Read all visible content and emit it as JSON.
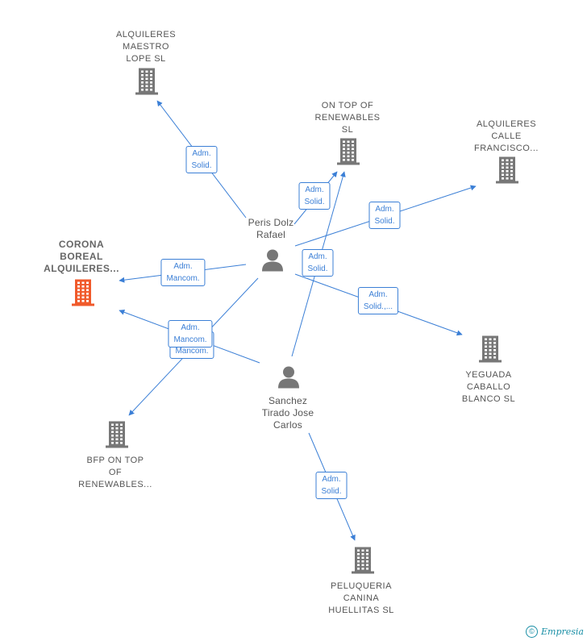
{
  "companies": [
    {
      "id": "alq_maestro",
      "lines": [
        "ALQUILERES",
        "MAESTRO",
        "LOPE  SL"
      ],
      "focus": false
    },
    {
      "id": "on_top",
      "lines": [
        "ON TOP OF",
        "RENEWABLES",
        "SL"
      ],
      "focus": false
    },
    {
      "id": "alq_calle",
      "lines": [
        "ALQUILERES",
        "CALLE",
        "FRANCISCO..."
      ],
      "focus": false
    },
    {
      "id": "corona",
      "lines": [
        "CORONA",
        "BOREAL",
        "ALQUILERES..."
      ],
      "focus": true
    },
    {
      "id": "yeguada",
      "lines": [
        "YEGUADA",
        "CABALLO",
        "BLANCO  SL"
      ],
      "focus": false
    },
    {
      "id": "bfp",
      "lines": [
        "BFP ON TOP",
        "OF",
        "RENEWABLES..."
      ],
      "focus": false
    },
    {
      "id": "peluqueria",
      "lines": [
        "PELUQUERIA",
        "CANINA",
        "HUELLITAS  SL"
      ],
      "focus": false
    }
  ],
  "persons": [
    {
      "id": "peris",
      "lines": [
        "Peris Dolz",
        "Rafael"
      ]
    },
    {
      "id": "sanchez",
      "lines": [
        "Sanchez",
        "Tirado Jose",
        "Carlos"
      ]
    }
  ],
  "relations": [
    {
      "from": "peris",
      "to": "alq_maestro",
      "lines": [
        "Adm.",
        "Solid."
      ]
    },
    {
      "from": "peris",
      "to": "on_top",
      "lines": [
        "Adm.",
        "Solid."
      ]
    },
    {
      "from": "peris",
      "to": "alq_calle",
      "lines": [
        "Adm.",
        "Solid."
      ]
    },
    {
      "from": "peris",
      "to": "corona",
      "lines": [
        "Adm.",
        "Mancom."
      ]
    },
    {
      "from": "peris",
      "to": "yeguada",
      "lines": [
        "Adm.",
        "Solid.,..."
      ]
    },
    {
      "from": "peris",
      "to": "bfp",
      "lines": [
        "Adm.",
        "Mancom."
      ]
    },
    {
      "from": "sanchez",
      "to": "on_top",
      "lines": [
        "Adm.",
        "Solid."
      ]
    },
    {
      "from": "sanchez",
      "to": "corona",
      "lines": [
        "Adm.",
        "Mancom."
      ]
    },
    {
      "from": "sanchez",
      "to": "peluqueria",
      "lines": [
        "Adm.",
        "Solid."
      ]
    }
  ],
  "colors": {
    "edge": "#3b7fd6",
    "building": "#777777",
    "focus_building": "#f05a2b",
    "person": "#777777"
  },
  "footer": {
    "copyright_symbol": "©",
    "brand": "Empresia"
  }
}
